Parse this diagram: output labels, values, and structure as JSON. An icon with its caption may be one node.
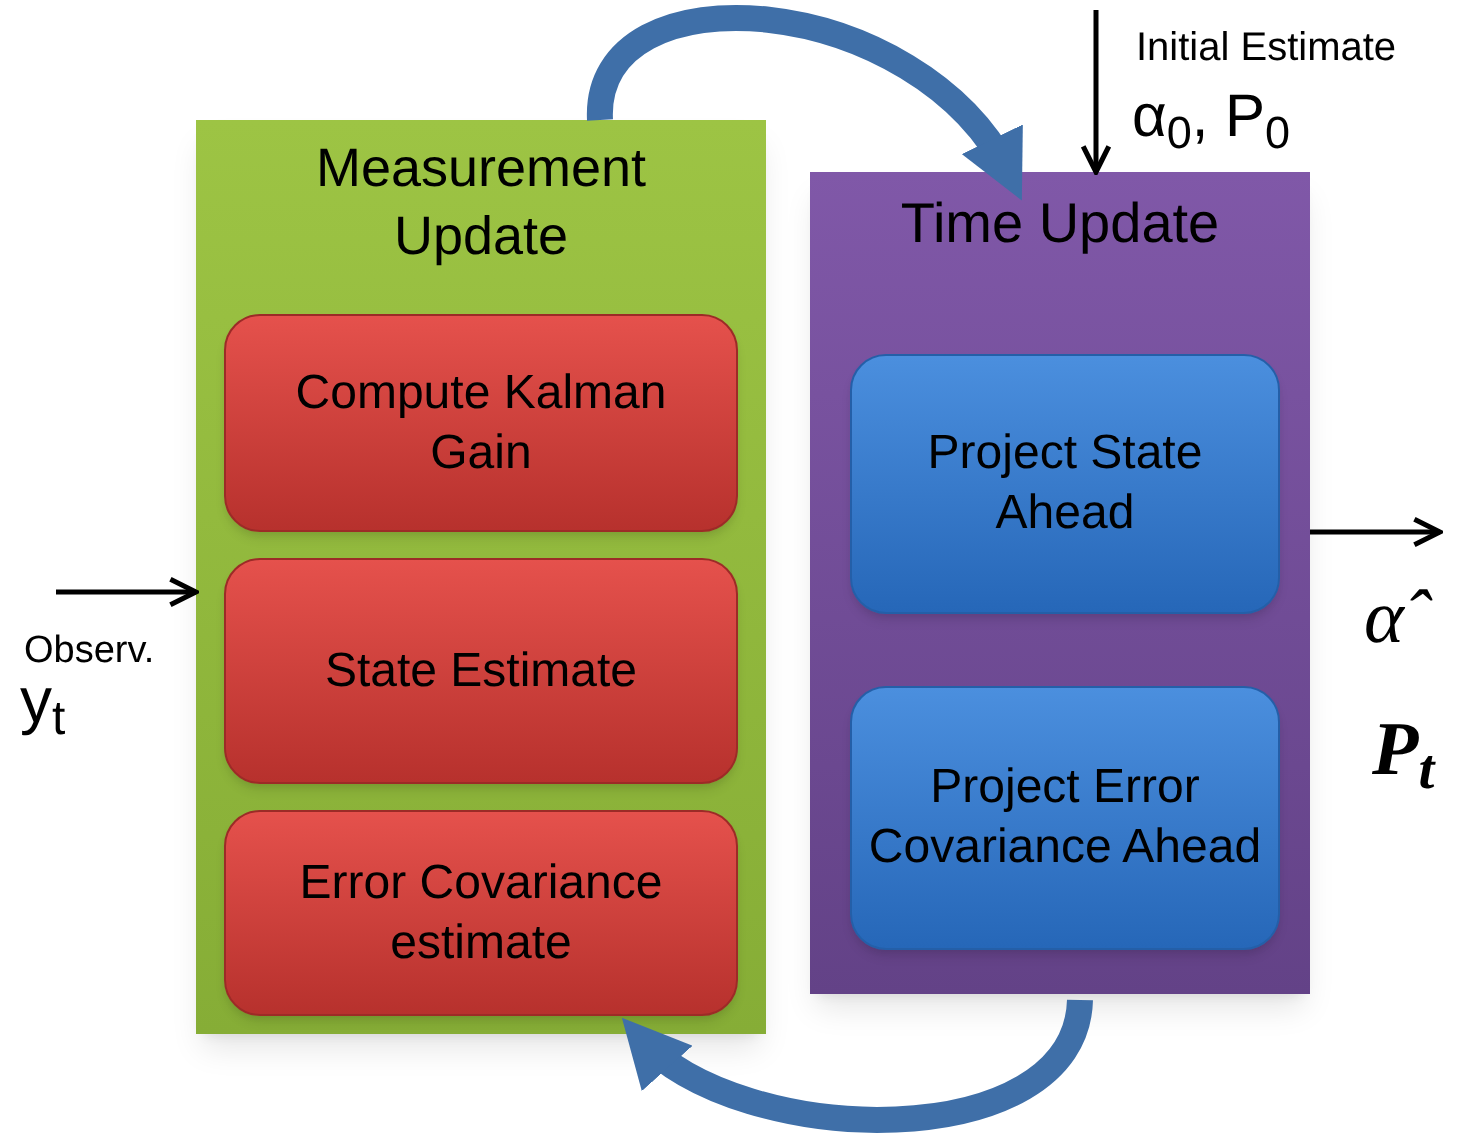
{
  "diagram": {
    "nodes": [
      {
        "text": [
          "Measurement Update"
        ]
      },
      {
        "text": [
          "Compute Kalman Gain"
        ],
        "in": 0
      },
      {
        "text": [
          "State Estimate"
        ],
        "in": 0
      },
      {
        "text": [
          "Error Covariance estimate"
        ],
        "in": 0
      },
      {
        "text": [
          "Time Update"
        ]
      },
      {
        "text": [
          "Project State Ahead"
        ],
        "in": 4
      },
      {
        "text": [
          "Project Error Covariance Ahead"
        ],
        "in": 4
      }
    ],
    "edges": [
      {
        "from": 0,
        "to": 4,
        "arrow": "to",
        "style": "thick",
        "color": "#3f6fa8"
      },
      {
        "from": 4,
        "to": 0,
        "arrow": "to",
        "style": "thick",
        "color": "#3f6fa8"
      },
      {
        "from": null,
        "to": 4,
        "arrow": "to"
      },
      {
        "from": null,
        "to": 0,
        "arrow": "to"
      },
      {
        "from": 4,
        "to": null,
        "arrow": "to"
      }
    ],
    "labels": [
      "Initial Estimate",
      "α$_{0}$, P$_{0}$",
      "Observ.",
      "y$_{t}$",
      "α̂",
      "P$_{t}$"
    ]
  }
}
